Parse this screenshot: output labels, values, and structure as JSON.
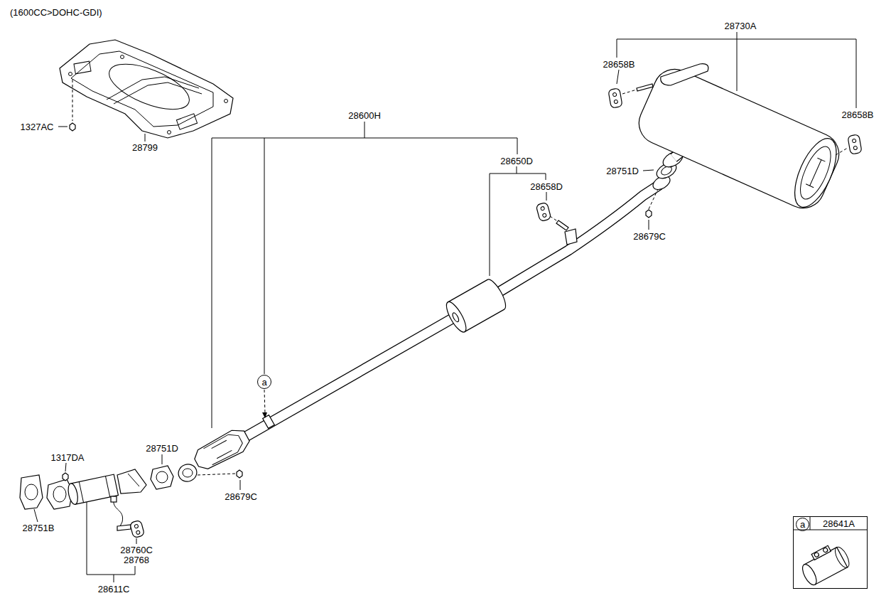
{
  "diagram": {
    "title": "(1600CC>DOHC-GDI)",
    "nodes": [
      {
        "text": [
          "a"
        ]
      },
      {
        "text": [
          "28641A"
        ]
      },
      {
        "text": [
          "a"
        ],
        "in": 1
      }
    ],
    "labels": [
      "28730A",
      "28658B",
      "28600H",
      "28658B",
      "1327AC",
      "28799",
      "28650D",
      "28751D",
      "28658D",
      "28679C",
      "28751D",
      "1317DA",
      "28679C",
      "28751B",
      "28760C",
      "28768",
      "28611C"
    ]
  }
}
